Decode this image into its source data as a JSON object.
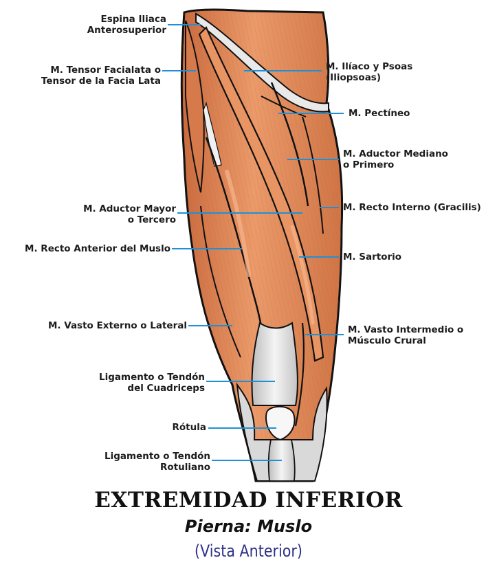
{
  "labels": {
    "espina_iliaca": {
      "line1": "Espina Iliaca",
      "line2": "Anterosuperior"
    },
    "tensor_facia_lata": {
      "line1": "M. Tensor Facialata o",
      "line2": "Tensor de la Facia Lata"
    },
    "iliaco_psoas": {
      "line1": "M. Ilíaco y Psoas",
      "line2": "(Iliopsoas)"
    },
    "pectineo": {
      "line1": "M. Pectíneo"
    },
    "aductor_mediano": {
      "line1": "M. Aductor Mediano",
      "line2": "o Primero"
    },
    "aductor_mayor": {
      "line1": "M. Aductor Mayor",
      "line2": "o Tercero"
    },
    "recto_interno": {
      "line1": "M. Recto Interno (Gracilis)"
    },
    "recto_anterior": {
      "line1": "M. Recto Anterior del Muslo"
    },
    "sartorio": {
      "line1": "M. Sartorio"
    },
    "vasto_externo": {
      "line1": "M. Vasto Externo o Lateral"
    },
    "vasto_intermedio": {
      "line1": "M. Vasto Intermedio o",
      "line2": "Músculo Crural"
    },
    "tendon_cuadriceps": {
      "line1": "Ligamento o Tendón",
      "line2": "del Cuadriceps"
    },
    "rotula": {
      "line1": "Rótula"
    },
    "tendon_rotuliano": {
      "line1": "Ligamento o Tendón",
      "line2": "Rotuliano"
    }
  },
  "title": {
    "main": "EXTREMIDAD INFERIOR",
    "sub": "Pierna: Muslo",
    "view": "(Vista Anterior)"
  },
  "colors": {
    "leader_line": "#1e90d8",
    "muscle": "#e0885a",
    "muscle_shadow": "#c96a3d",
    "muscle_highlight": "#f0a97e",
    "tendon": "#e6e6e6",
    "outline": "#111111",
    "title_view": "#2e2f86"
  }
}
